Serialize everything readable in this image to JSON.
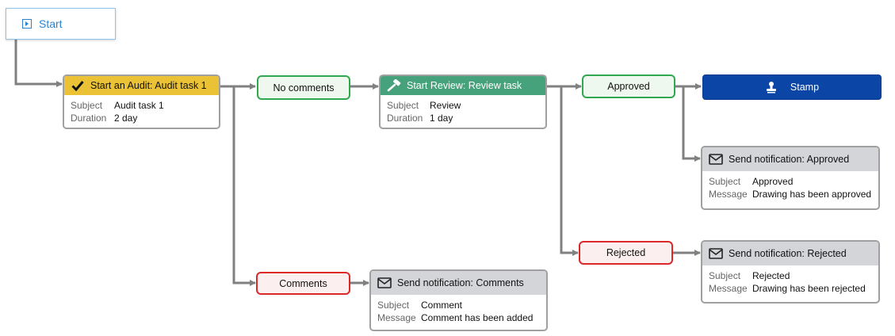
{
  "start": {
    "label": "Start",
    "icon": "start-icon"
  },
  "audit": {
    "title": "Start an Audit: Audit task 1",
    "icon": "checkmark-icon",
    "fields": [
      {
        "key": "Subject",
        "value": "Audit task 1"
      },
      {
        "key": "Duration",
        "value": "2 day"
      }
    ]
  },
  "no_comments": {
    "label": "No comments"
  },
  "comments": {
    "label": "Comments"
  },
  "notify_comments": {
    "title": "Send notification: Comments",
    "icon": "envelope-icon",
    "fields": [
      {
        "key": "Subject",
        "value": "Comment"
      },
      {
        "key": "Message",
        "value": "Comment has been added"
      }
    ]
  },
  "review": {
    "title": "Start Review: Review task",
    "icon": "gavel-icon",
    "fields": [
      {
        "key": "Subject",
        "value": "Review"
      },
      {
        "key": "Duration",
        "value": "1 day"
      }
    ]
  },
  "approved": {
    "label": "Approved"
  },
  "rejected": {
    "label": "Rejected"
  },
  "stamp": {
    "label": "Stamp",
    "icon": "stamp-icon"
  },
  "notify_approved": {
    "title": "Send notification: Approved",
    "icon": "envelope-icon",
    "fields": [
      {
        "key": "Subject",
        "value": "Approved"
      },
      {
        "key": "Message",
        "value": "Drawing has been approved"
      }
    ]
  },
  "notify_rejected": {
    "title": "Send notification: Rejected",
    "icon": "envelope-icon",
    "fields": [
      {
        "key": "Subject",
        "value": "Rejected"
      },
      {
        "key": "Message",
        "value": "Drawing has been rejected"
      }
    ]
  },
  "colors": {
    "wire": "#808080",
    "yellow": "#ebc235",
    "green": "#45a27a",
    "stamp": "#0b45a6",
    "grey": "#d3d5d9"
  }
}
